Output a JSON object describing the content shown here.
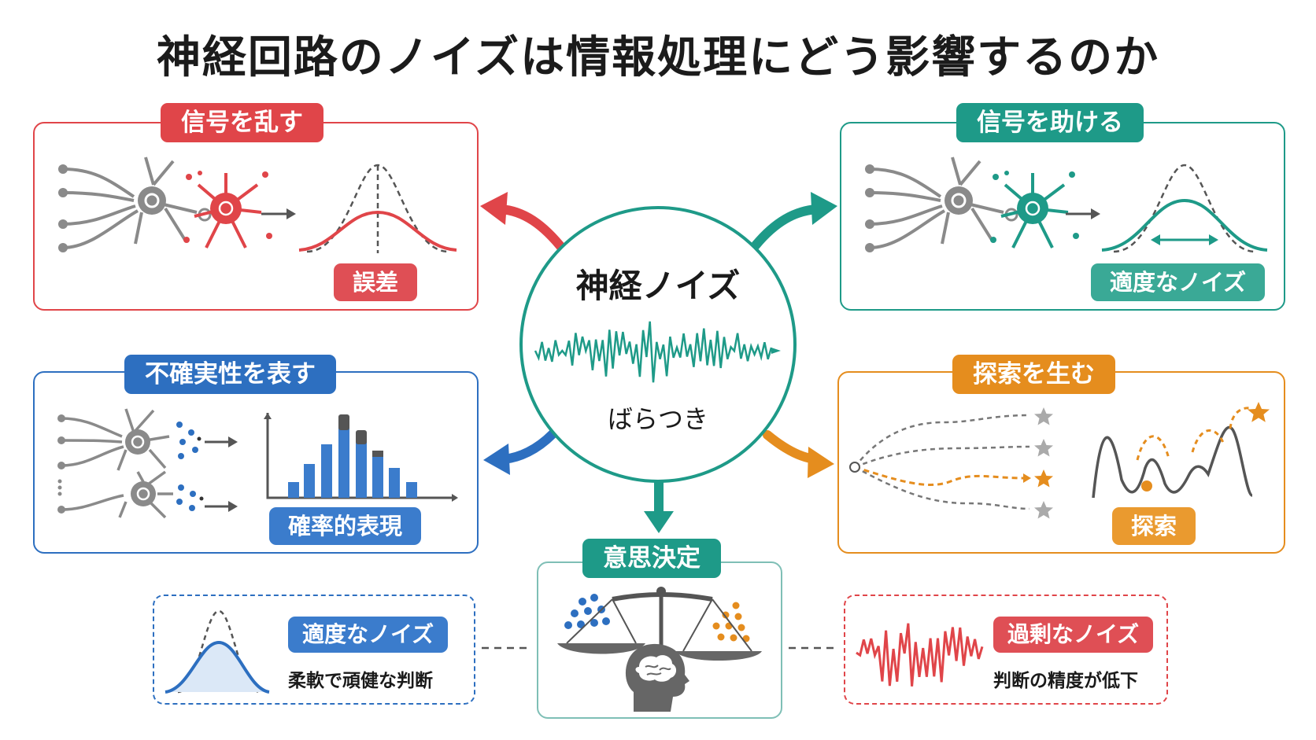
{
  "title": "神経回路のノイズは情報処理にどう影響するのか",
  "center": {
    "title": "神経ノイズ",
    "caption": "ばらつき"
  },
  "panels": {
    "disrupt": {
      "label": "信号を乱す",
      "badge": "誤差"
    },
    "help": {
      "label": "信号を助ける",
      "badge": "適度なノイズ"
    },
    "uncertainty": {
      "label": "不確実性を表す",
      "badge": "確率的表現"
    },
    "explore": {
      "label": "探索を生む",
      "badge": "探索"
    },
    "decision": {
      "label": "意思決定"
    },
    "moderate": {
      "label": "適度なノイズ",
      "caption": "柔軟で頑健な判断"
    },
    "excess": {
      "label": "過剰なノイズ",
      "caption": "判断の精度が低下"
    }
  },
  "colors": {
    "red": "#e04549",
    "teal": "#1e9a88",
    "blue": "#2d6fc0",
    "orange": "#e58d1e",
    "gray": "#8a8a8a"
  },
  "icons": [
    "neuron-icon",
    "noisy-neuron-icon",
    "distribution-curve-icon",
    "histogram-icon",
    "star-icon",
    "balance-scale-icon",
    "brain-head-icon",
    "noise-waveform-icon",
    "arrow-icon"
  ]
}
